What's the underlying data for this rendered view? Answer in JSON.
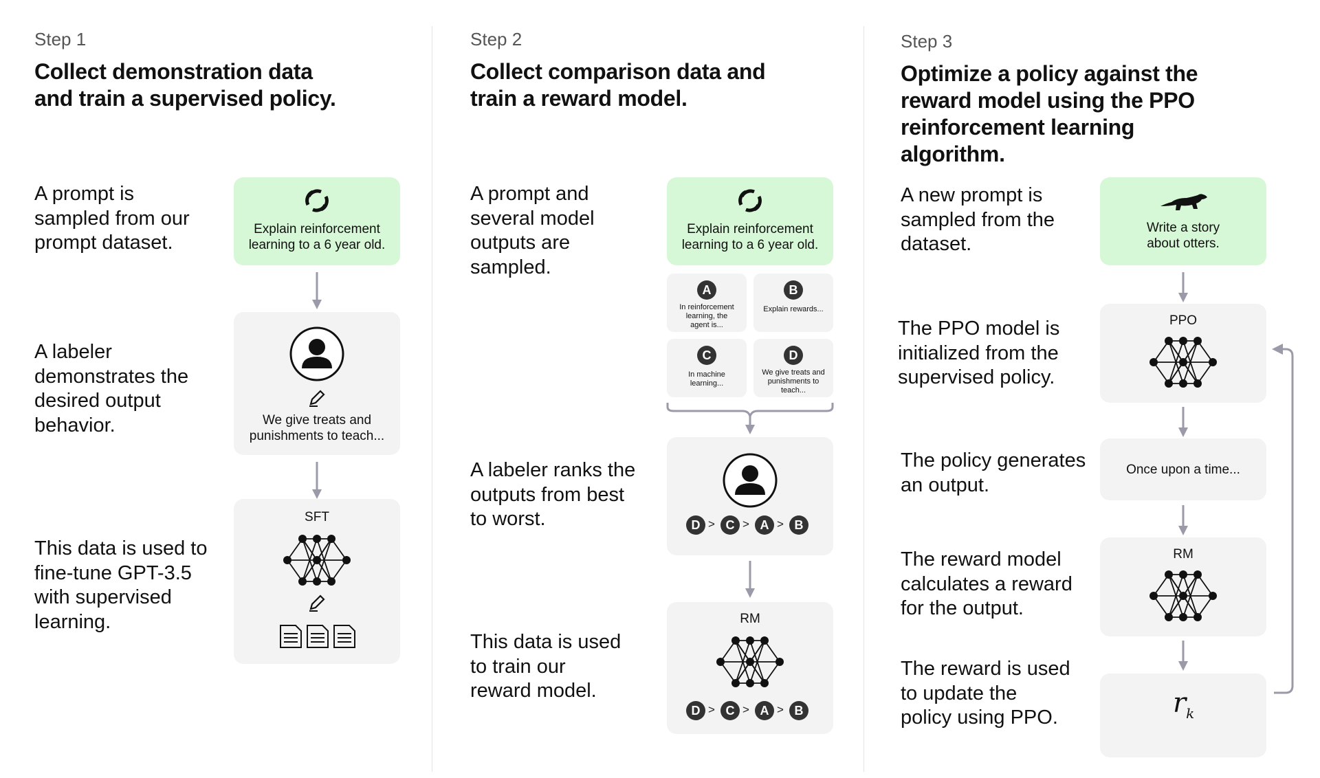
{
  "step1": {
    "step_label": "Step 1",
    "title": "Collect demonstration data and train a supervised policy.",
    "desc_prompt": "A prompt is sampled from our prompt dataset.",
    "desc_labeler": "A labeler demonstrates the desired output behavior.",
    "desc_data": "This data is used to fine-tune GPT-3.5 with supervised learning.",
    "prompt_text": "Explain reinforcement learning to a 6 year old.",
    "demo_text": "We give treats and punishments to teach...",
    "model_label": "SFT"
  },
  "step2": {
    "step_label": "Step 2",
    "title": "Collect comparison data and train a reward model.",
    "desc_prompt": "A prompt and several model outputs are sampled.",
    "desc_rank": "A labeler ranks the outputs from best to worst.",
    "desc_data": "This data is used to train our reward model.",
    "prompt_text": "Explain reinforcement learning to a 6 year old.",
    "outputs": [
      {
        "letter": "A",
        "text": "In reinforcement learning, the agent is..."
      },
      {
        "letter": "B",
        "text": "Explain rewards..."
      },
      {
        "letter": "C",
        "text": "In machine learning..."
      },
      {
        "letter": "D",
        "text": "We give treats and punishments to teach..."
      }
    ],
    "ranking": [
      "D",
      "C",
      "A",
      "B"
    ],
    "gt_symbol": ">",
    "model_label": "RM"
  },
  "step3": {
    "step_label": "Step 3",
    "title": "Optimize a policy against the reward model using the PPO reinforcement learning algorithm.",
    "desc_prompt": "A new prompt is sampled from the dataset.",
    "desc_ppo": "The PPO model is initialized from the supervised policy.",
    "desc_policy": "The policy generates an output.",
    "desc_rm": "The reward model calculates a reward for the output.",
    "desc_update": "The reward is used to update the policy using PPO.",
    "prompt_text": "Write a story about otters.",
    "ppo_label": "PPO",
    "output_text": "Once upon a time...",
    "rm_label": "RM",
    "reward_symbol": "r",
    "reward_subscript": "k"
  },
  "icons": [
    "cycle-icon",
    "person-icon",
    "pencil-icon",
    "document-icon",
    "neural-network-icon",
    "otter-icon",
    "arrow-down-icon"
  ],
  "colors": {
    "prompt_box": "#d6f8d6",
    "card": "#f3f3f3",
    "badge": "#333333",
    "arrow": "#9a9aa8"
  }
}
